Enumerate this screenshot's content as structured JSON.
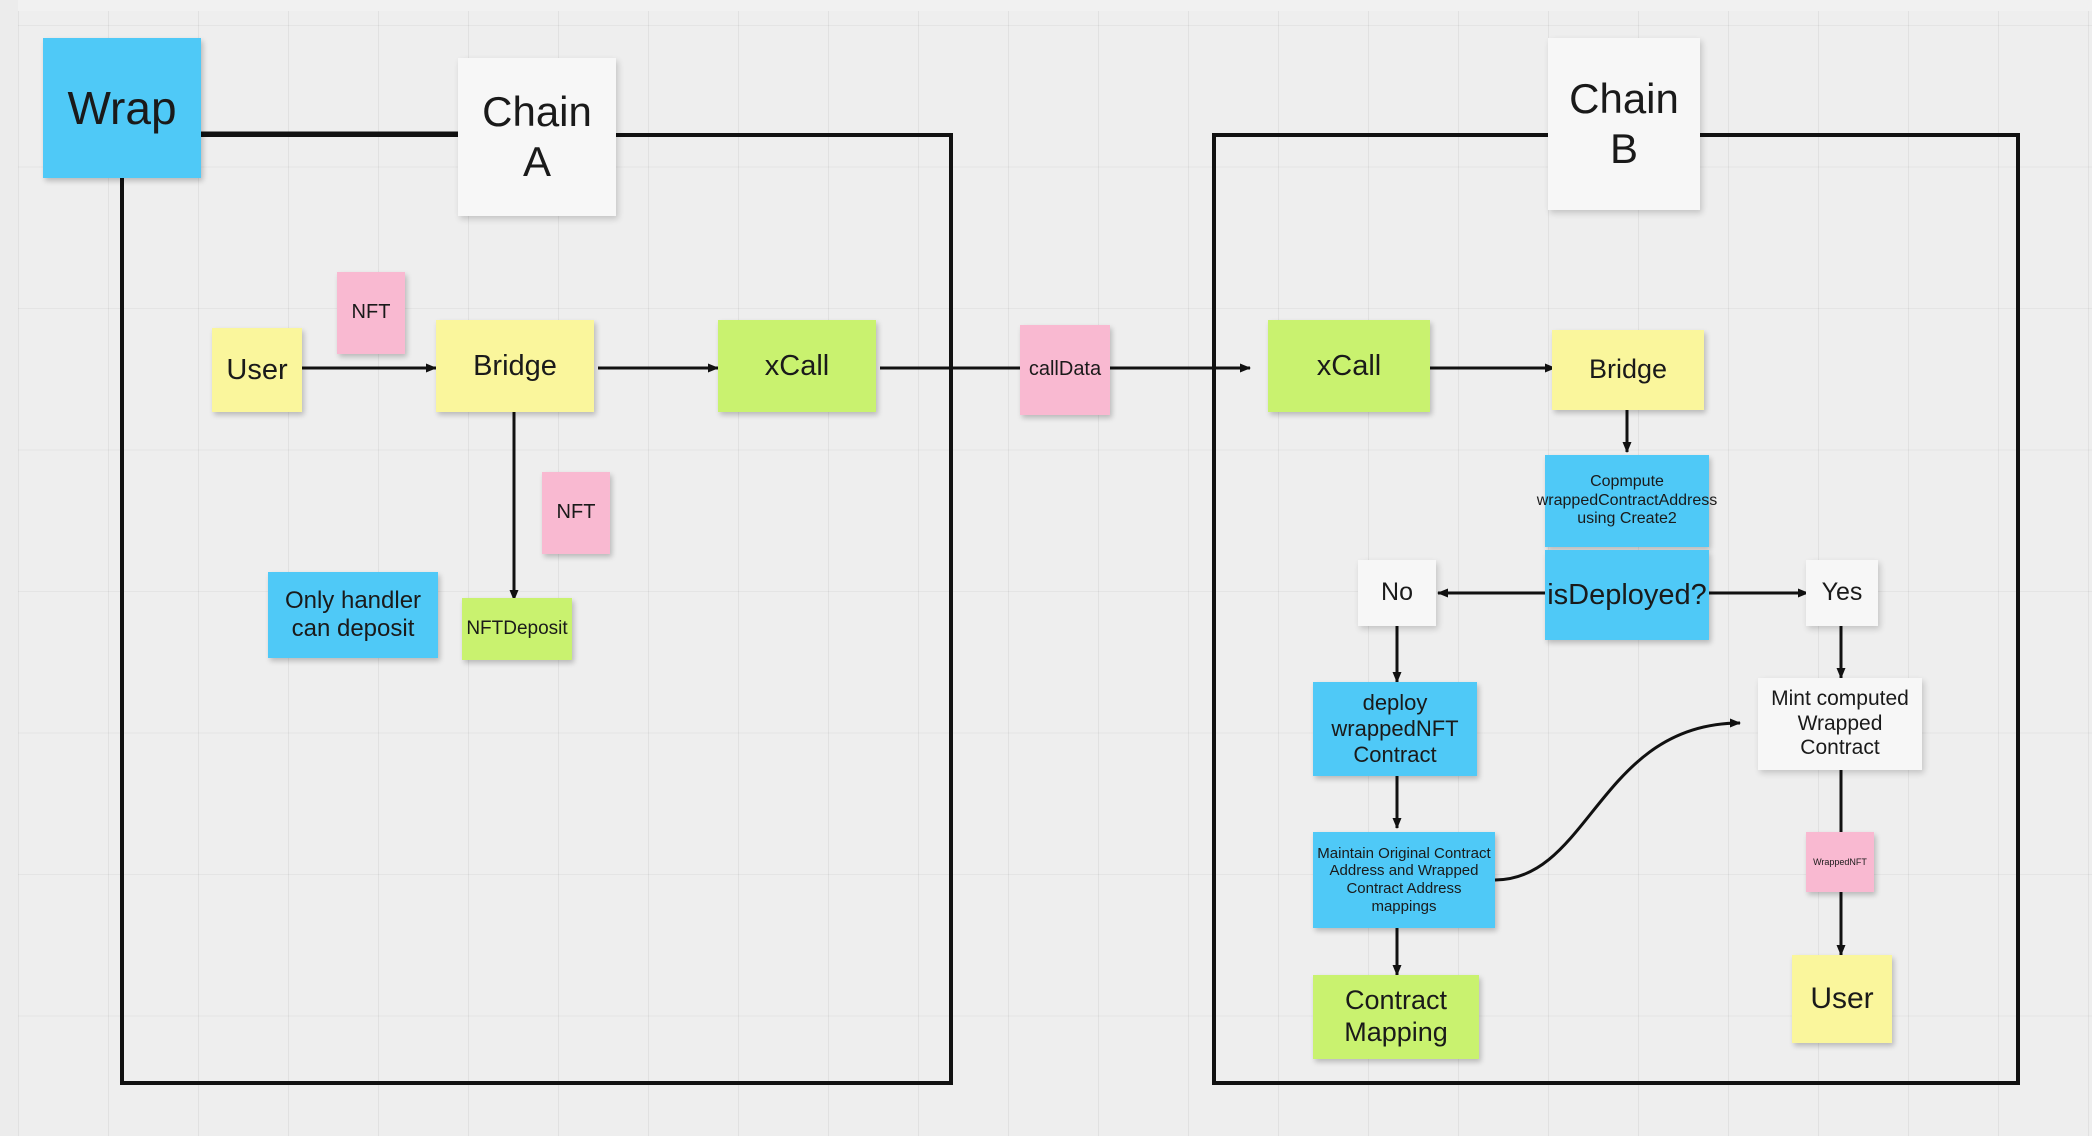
{
  "board": {
    "title": "NFT Wrap cross-chain flow whiteboard",
    "background_color": "#eeeeee",
    "grid_color": "#e2e2e2"
  },
  "palette": {
    "cyan": "#4fc9f7",
    "yellow": "#faf69c",
    "green": "#c9f26f",
    "pink": "#f9b9d1",
    "white": "#f7f7f7",
    "stroke": "#111111"
  },
  "frames": [
    {
      "id": "chain-a",
      "label": "Chain\nA"
    },
    {
      "id": "chain-b",
      "label": "Chain\nB"
    }
  ],
  "notes": {
    "wrap": "Wrap",
    "chain_a_label": "Chain\nA",
    "chain_b_label": "Chain\nB",
    "user_a": "User",
    "nft_top": "NFT",
    "bridge_a": "Bridge",
    "xcall_a": "xCall",
    "calldata": "callData",
    "xcall_b": "xCall",
    "bridge_b": "Bridge",
    "nft_down": "NFT",
    "only_handler": "Only handler\ncan deposit",
    "nft_deposit": "NFTDeposit",
    "compute_address": "Copmpute wrappedContractAddress using Create2",
    "is_deployed": "isDeployed?",
    "no": "No",
    "yes": "Yes",
    "deploy_wrapped": "deploy\nwrappedNFT\nContract",
    "maintain_mappings": "Maintain Original Contract Address and Wrapped Contract Address mappings",
    "contract_mapping": "Contract\nMapping",
    "mint_wrapped": "Mint computed\nWrapped\nContract",
    "wrapped_nft": "WrappedNFT",
    "user_b": "User"
  }
}
